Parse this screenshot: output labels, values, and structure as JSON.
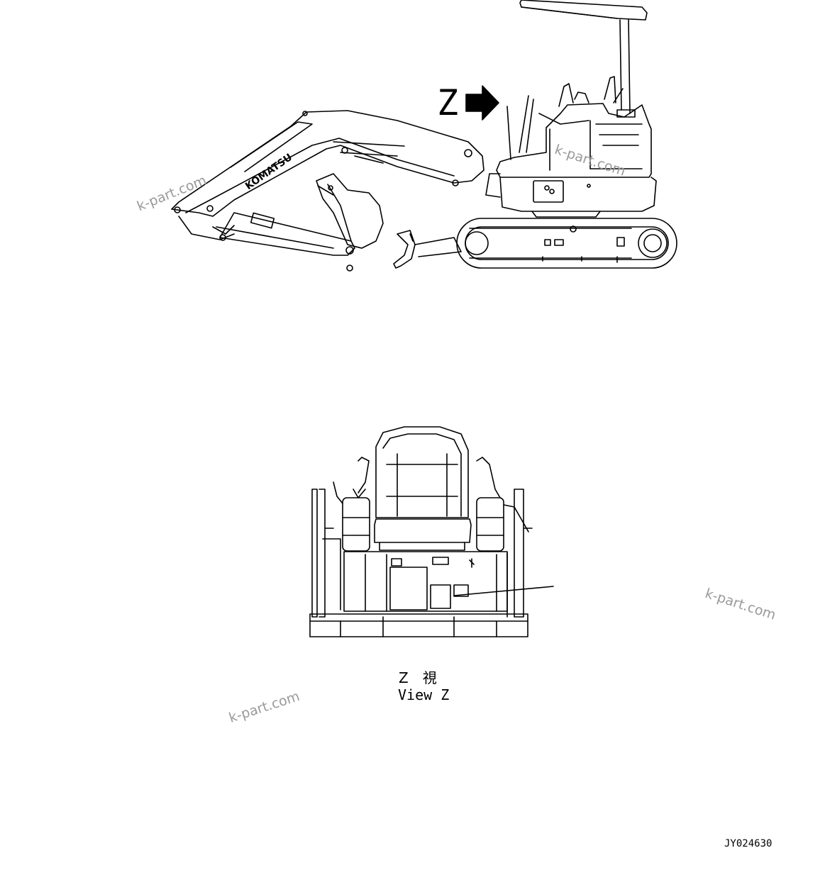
{
  "view_arrow": {
    "letter": "Z"
  },
  "boom_brand": "KOMATSU",
  "view_caption": {
    "jp": "Z　視",
    "en": "View Z"
  },
  "drawing_code": "JY024630",
  "watermarks": [
    "k-part.com",
    "k-part.com",
    "k-part.com",
    "k-part.com"
  ]
}
